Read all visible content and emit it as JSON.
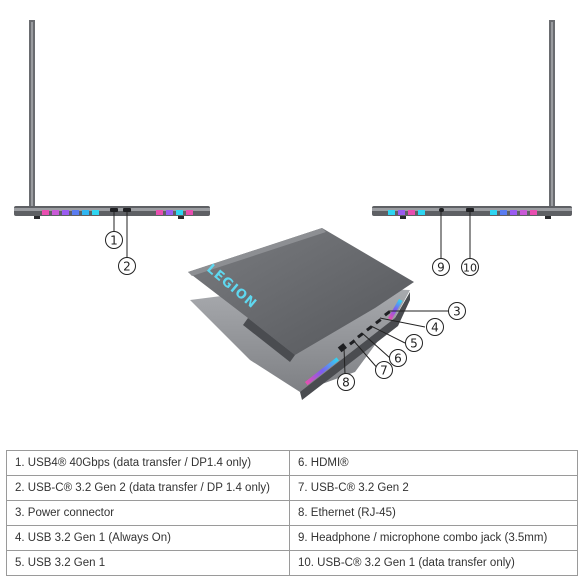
{
  "callouts": {
    "left_side": [
      "1",
      "2"
    ],
    "right_side": [
      "9",
      "10"
    ],
    "rear": [
      "3",
      "4",
      "5",
      "6",
      "7",
      "8"
    ]
  },
  "laptop": {
    "logo_text": "LEGION"
  },
  "ports": {
    "rows": [
      [
        "1.  USB4® 40Gbps (data transfer / DP1.4 only)",
        "6.  HDMI®"
      ],
      [
        "2.  USB-C® 3.2 Gen 2 (data transfer / DP 1.4 only)",
        "7.  USB-C® 3.2 Gen 2"
      ],
      [
        "3.  Power connector",
        "8.  Ethernet (RJ-45)"
      ],
      [
        "4.  USB 3.2 Gen 1 (Always On)",
        "9.  Headphone / microphone combo jack (3.5mm)"
      ],
      [
        "5.  USB 3.2 Gen 1",
        "10.  USB-C® 3.2 Gen 1 (data transfer only)"
      ]
    ]
  },
  "colors": {
    "chassis": "#6a6c70",
    "chassis_dark": "#3e4044",
    "rgb_pink": "#e84fb0",
    "rgb_violet": "#7c5cf0",
    "rgb_cyan": "#2fd6f2",
    "line": "#222222",
    "table_border": "#9a9a9a"
  }
}
